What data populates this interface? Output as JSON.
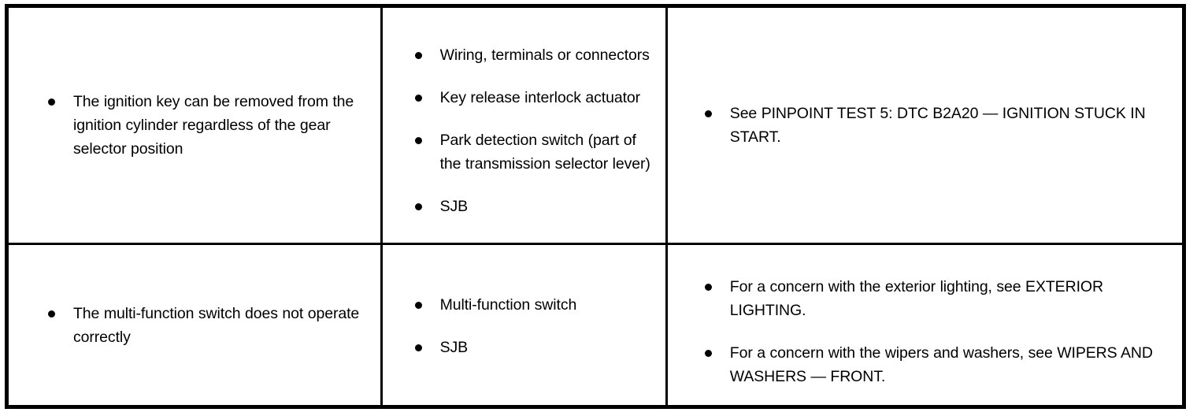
{
  "document": {
    "type": "diagnostic-symptom-chart",
    "bullet_glyph": "•",
    "text_color": "#000000",
    "background_color": "#ffffff",
    "border_color": "#000000"
  },
  "table": {
    "columns": [
      {
        "key": "condition",
        "header_visible": false
      },
      {
        "key": "possible_sources",
        "header_visible": false
      },
      {
        "key": "actions",
        "header_visible": false
      }
    ],
    "rows": [
      {
        "condition": [
          "The ignition key can be removed from the ignition cylinder regardless of the gear selector position"
        ],
        "possible_sources": [
          "Wiring, terminals or connectors",
          "Key release interlock actuator",
          "Park detection switch (part of the transmission selector lever)",
          "SJB"
        ],
        "actions": [
          "See PINPOINT TEST 5: DTC B2A20 — IGNITION STUCK IN START."
        ]
      },
      {
        "condition": [
          "The multi-function switch does not operate correctly"
        ],
        "possible_sources": [
          "Multi-function switch",
          "SJB"
        ],
        "actions": [
          "For a concern with the exterior lighting, see EXTERIOR LIGHTING.",
          "For a concern with the wipers and washers, see WIPERS AND WASHERS — FRONT."
        ]
      }
    ]
  }
}
